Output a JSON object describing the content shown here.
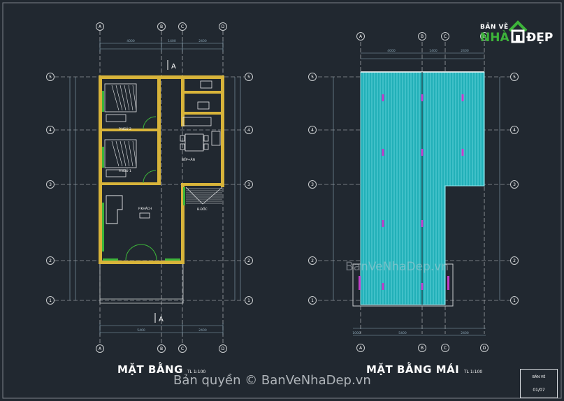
{
  "colors": {
    "background": "#212830",
    "grid": "#c9ccce",
    "wall": "#d8b43a",
    "door": "#3db43a",
    "dim": "#8aa4b4",
    "roof_fill": "#22b0b8",
    "roof_line": "#8feaf0",
    "roof_mark": "#c23cc8",
    "text": "#ffffff"
  },
  "logo": {
    "top_text": "BẢN VẼ",
    "brand_green": "NHÀ",
    "brand_white": "ĐẸP",
    "icon": "house-logo-icon"
  },
  "floor_plan": {
    "title": "MẶT BẰNG",
    "scale": "TL 1:100",
    "section_mark": "A",
    "rooms": [
      "P.NGỦ 2",
      "P.NGỦ 1",
      "BẾP+ĂN",
      "P.KHÁCH",
      "B.ĐỐC"
    ],
    "col_axes": [
      "A",
      "B",
      "C",
      "D"
    ],
    "row_axes": [
      "5",
      "4",
      "3",
      "2",
      "1"
    ],
    "dims_top": [
      "4000",
      "1400",
      "2400"
    ],
    "dims_bottom": [
      "5400",
      "2400"
    ]
  },
  "roof_plan": {
    "title": "MẶT BẰNG MÁI",
    "scale": "TL 1:100",
    "col_axes": [
      "A",
      "B",
      "C",
      "D"
    ],
    "row_axes": [
      "5",
      "4",
      "3",
      "2",
      "1"
    ],
    "dims_top": [
      "4000",
      "1400",
      "2400"
    ],
    "dims_bottom": [
      "1000",
      "5400",
      "2400"
    ]
  },
  "watermarks": {
    "center": "BanVeNhaDep.vn",
    "footer": "Bản quyền © BanVeNhaDep.vn"
  },
  "sheet": {
    "label": "BẢN VẼ",
    "number": "01/07"
  }
}
